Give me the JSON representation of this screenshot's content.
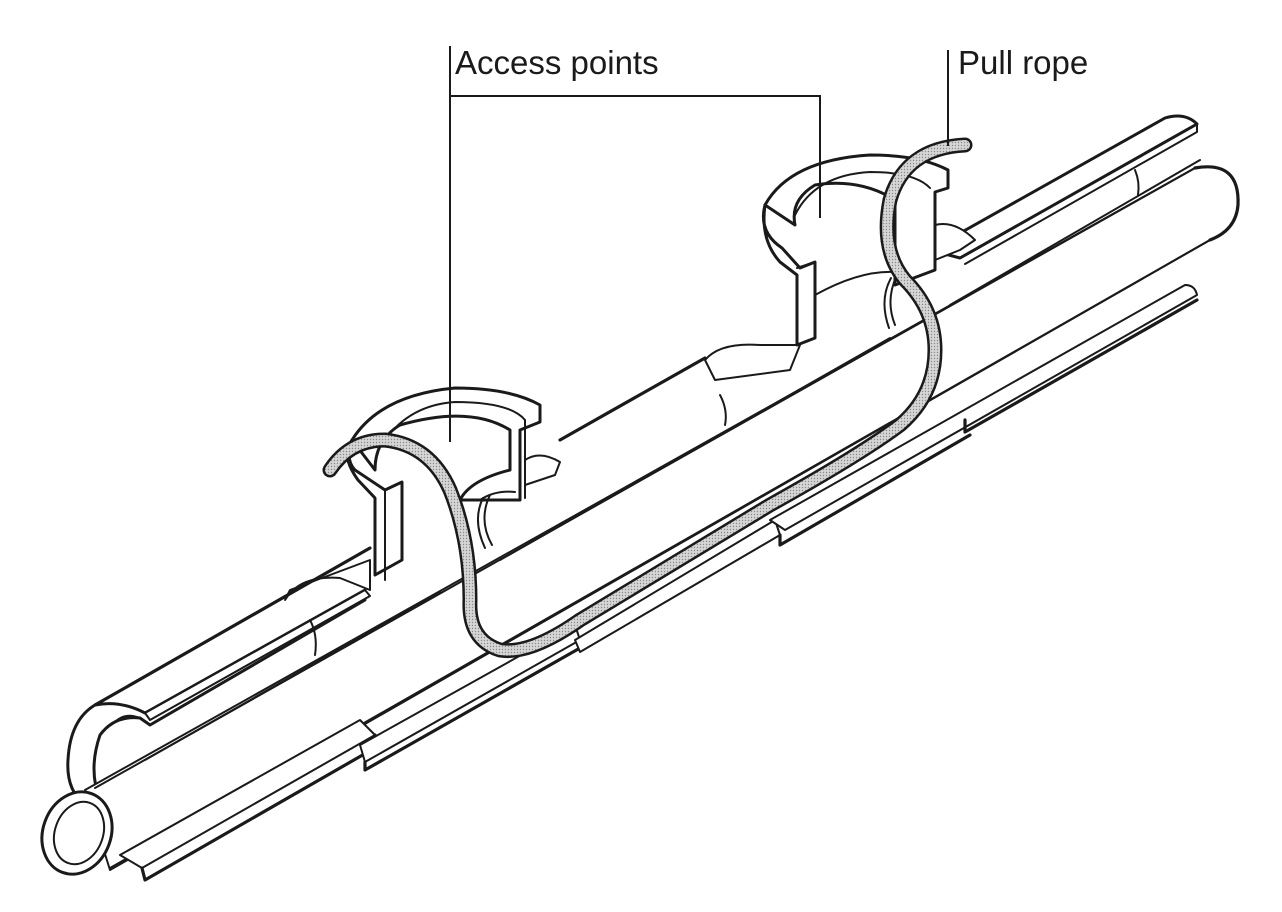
{
  "diagram": {
    "subject": "Pipe duct with access points and pull rope (cutaway isometric view)",
    "labels": {
      "access_points": "Access points",
      "pull_rope": "Pull rope"
    },
    "components": [
      {
        "id": "outer-duct",
        "name": "Split outer duct / sleeve"
      },
      {
        "id": "inner-pipe",
        "name": "Inner pipe"
      },
      {
        "id": "access-point-1",
        "name": "Access point (left)"
      },
      {
        "id": "access-point-2",
        "name": "Access point (right)"
      },
      {
        "id": "pull-rope",
        "name": "Pull rope"
      },
      {
        "id": "bottom-flange",
        "name": "Lower duct flange segments"
      }
    ],
    "colors": {
      "line": "#1a1a1a",
      "rope_fill": "#c8c8c8",
      "background": "#ffffff"
    }
  }
}
